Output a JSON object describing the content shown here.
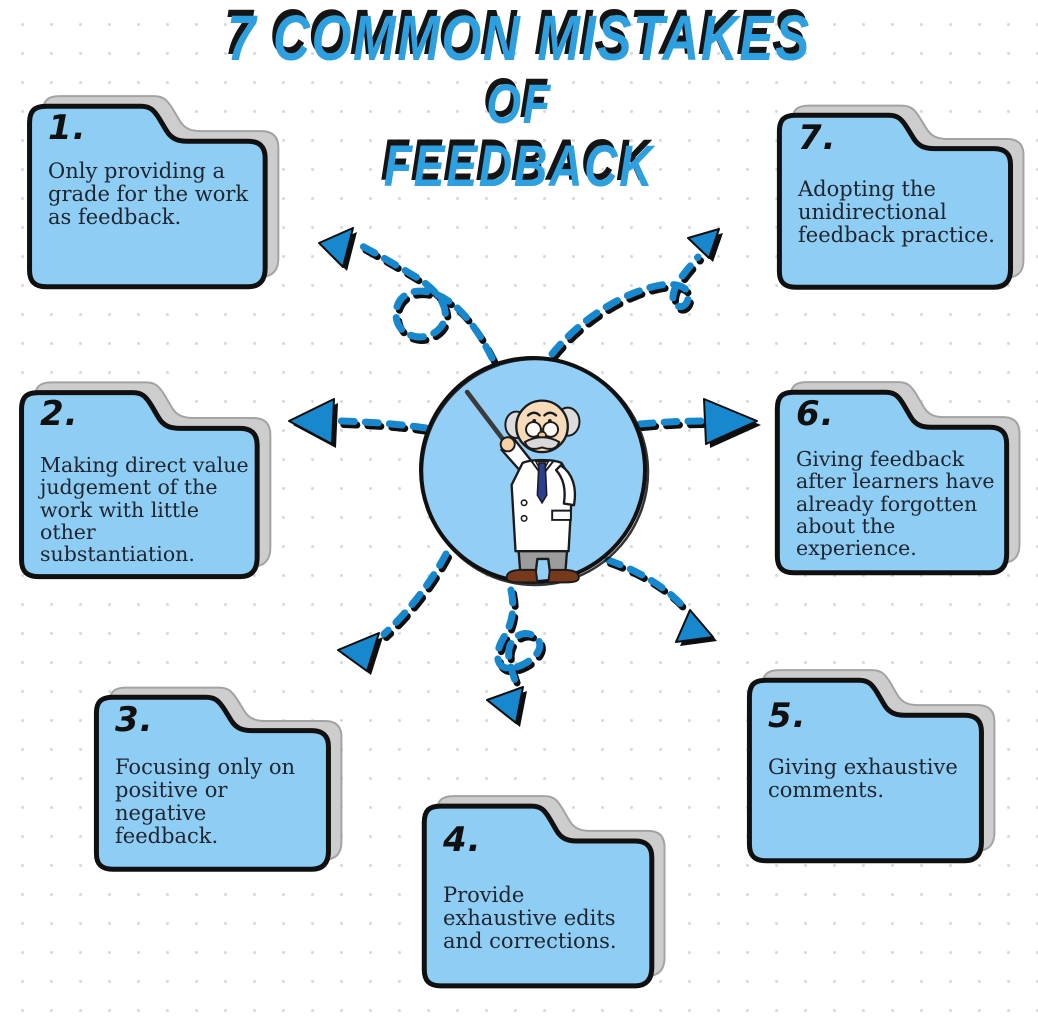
{
  "title": {
    "line1": "7 COMMON MISTAKES",
    "line2": "OF",
    "line3": "FEEDBACK"
  },
  "center": {
    "illustration": "professor-with-pointer",
    "description": "Cartoon professor in a white lab coat holding a pointer stick inside a blue circle"
  },
  "mistakes": [
    {
      "number": "1.",
      "position": "top-left",
      "text": "Only providing a\ngrade for the work\nas feedback."
    },
    {
      "number": "2.",
      "position": "middle-left",
      "text": "Making direct value\njudgement of the\nwork with little\nother\nsubstantiation."
    },
    {
      "number": "3.",
      "position": "bottom-left",
      "text": "Focusing only on\npositive or\nnegative\nfeedback."
    },
    {
      "number": "4.",
      "position": "bottom-center",
      "text": "Provide\nexhaustive edits\nand corrections."
    },
    {
      "number": "5.",
      "position": "bottom-right",
      "text": "Giving exhaustive\ncomments."
    },
    {
      "number": "6.",
      "position": "middle-right",
      "text": "Giving feedback\nafter learners have\nalready forgotten\nabout the\nexperience."
    },
    {
      "number": "7.",
      "position": "top-right",
      "text": "Adopting the\nunidirectional\nfeedback practice."
    }
  ],
  "colors": {
    "folder_fill": "#8ECDF4",
    "title_blue": "#2E9FDF",
    "arrow_blue": "#1787CE",
    "outline": "#101010",
    "text_dark": "#20252F",
    "shadow_gray": "#CDCDCD"
  }
}
